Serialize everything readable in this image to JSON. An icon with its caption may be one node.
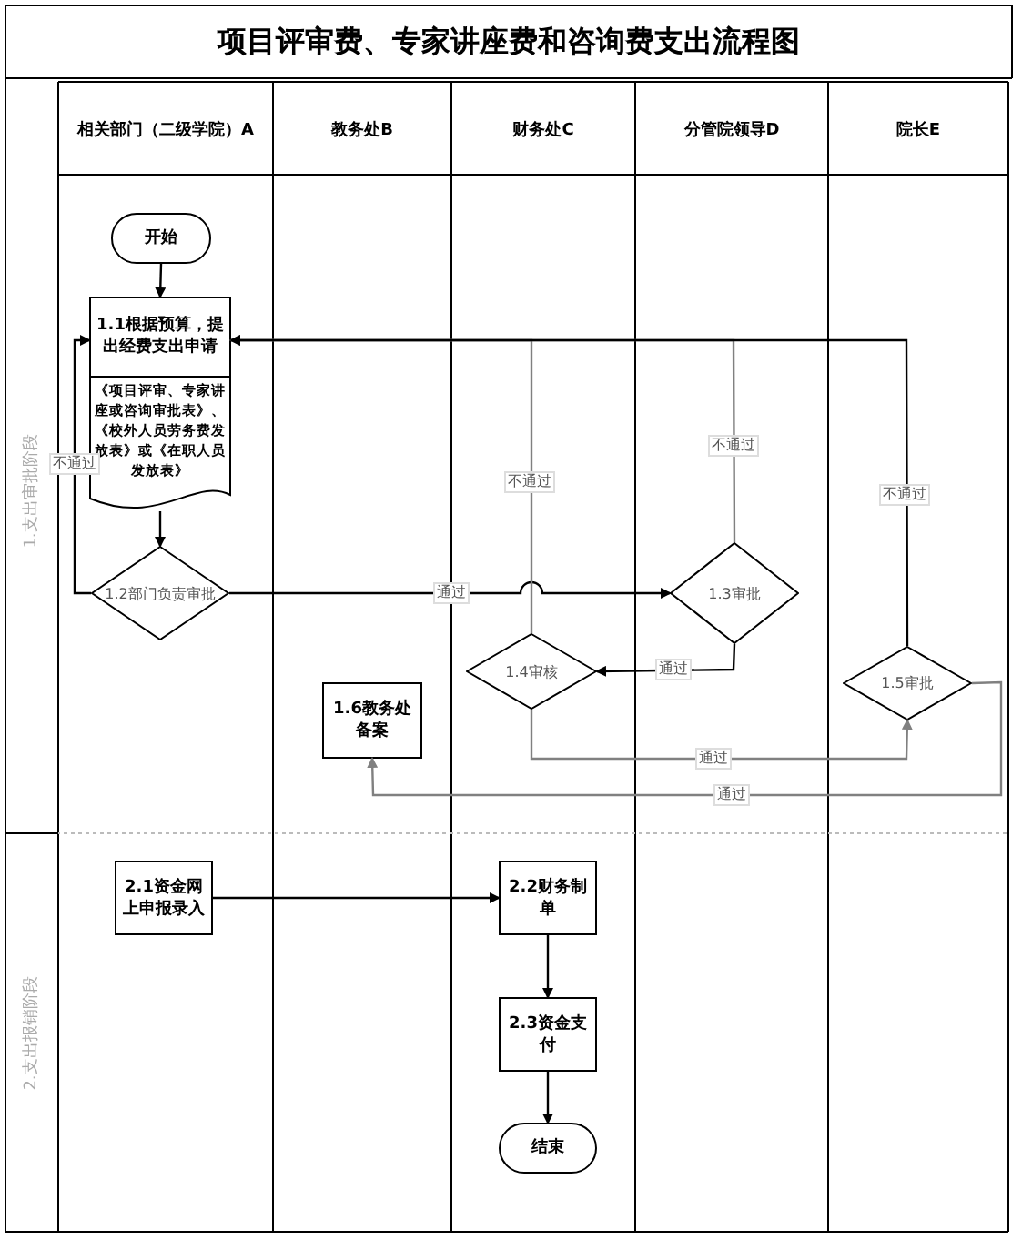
{
  "diagram": {
    "title": "项目评审费、专家讲座费和咨询费支出流程图",
    "nodes": [
      {
        "text": [
          "开始"
        ]
      },
      {
        "text": [
          "1.1根据预算，提出经费支出申请",
          "《项目评审、专家讲座或咨询审批表》、《校外人员劳务费发放表》或《在职人员发放表》"
        ]
      },
      {
        "text": [
          "1.2部门负责审批"
        ]
      },
      {
        "text": [
          "1.3审批"
        ]
      },
      {
        "text": [
          "1.4审核"
        ]
      },
      {
        "text": [
          "1.5审批"
        ]
      },
      {
        "text": [
          "1.6教务处备案"
        ]
      },
      {
        "text": [
          "2.1资金网上申报录入"
        ]
      },
      {
        "text": [
          "2.2财务制单"
        ]
      },
      {
        "text": [
          "2.3资金支付"
        ]
      },
      {
        "text": [
          "结束"
        ]
      }
    ],
    "edges": [
      {
        "from": 0,
        "to": 1,
        "arrow": "to"
      },
      {
        "from": 1,
        "to": 2,
        "arrow": "to"
      },
      {
        "from": 2,
        "to": 1,
        "arrow": "to",
        "label": "不通过"
      },
      {
        "from": 2,
        "to": 3,
        "arrow": "to",
        "label": "通过"
      },
      {
        "from": 3,
        "to": 4,
        "arrow": "to",
        "label": "通过"
      },
      {
        "from": 3,
        "to": 1,
        "arrow": "to",
        "label": "不通过",
        "color": "#808080"
      },
      {
        "from": 4,
        "to": 1,
        "arrow": "to",
        "label": "不通过",
        "color": "#808080"
      },
      {
        "from": 4,
        "to": 5,
        "arrow": "to",
        "label": "通过",
        "color": "#808080"
      },
      {
        "from": 5,
        "to": 1,
        "arrow": "to",
        "label": "不通过"
      },
      {
        "from": 5,
        "to": 6,
        "arrow": "to",
        "label": "通过",
        "color": "#808080"
      },
      {
        "from": 7,
        "to": 8,
        "arrow": "to"
      },
      {
        "from": 8,
        "to": 9,
        "arrow": "to"
      },
      {
        "from": 9,
        "to": 10,
        "arrow": "to"
      }
    ],
    "labels": [
      "相关部门（二级学院）A",
      "教务处B",
      "财务处C",
      "分管院领导D",
      "院长E",
      "1.支出审批阶段",
      "2.支出报销阶段"
    ]
  }
}
